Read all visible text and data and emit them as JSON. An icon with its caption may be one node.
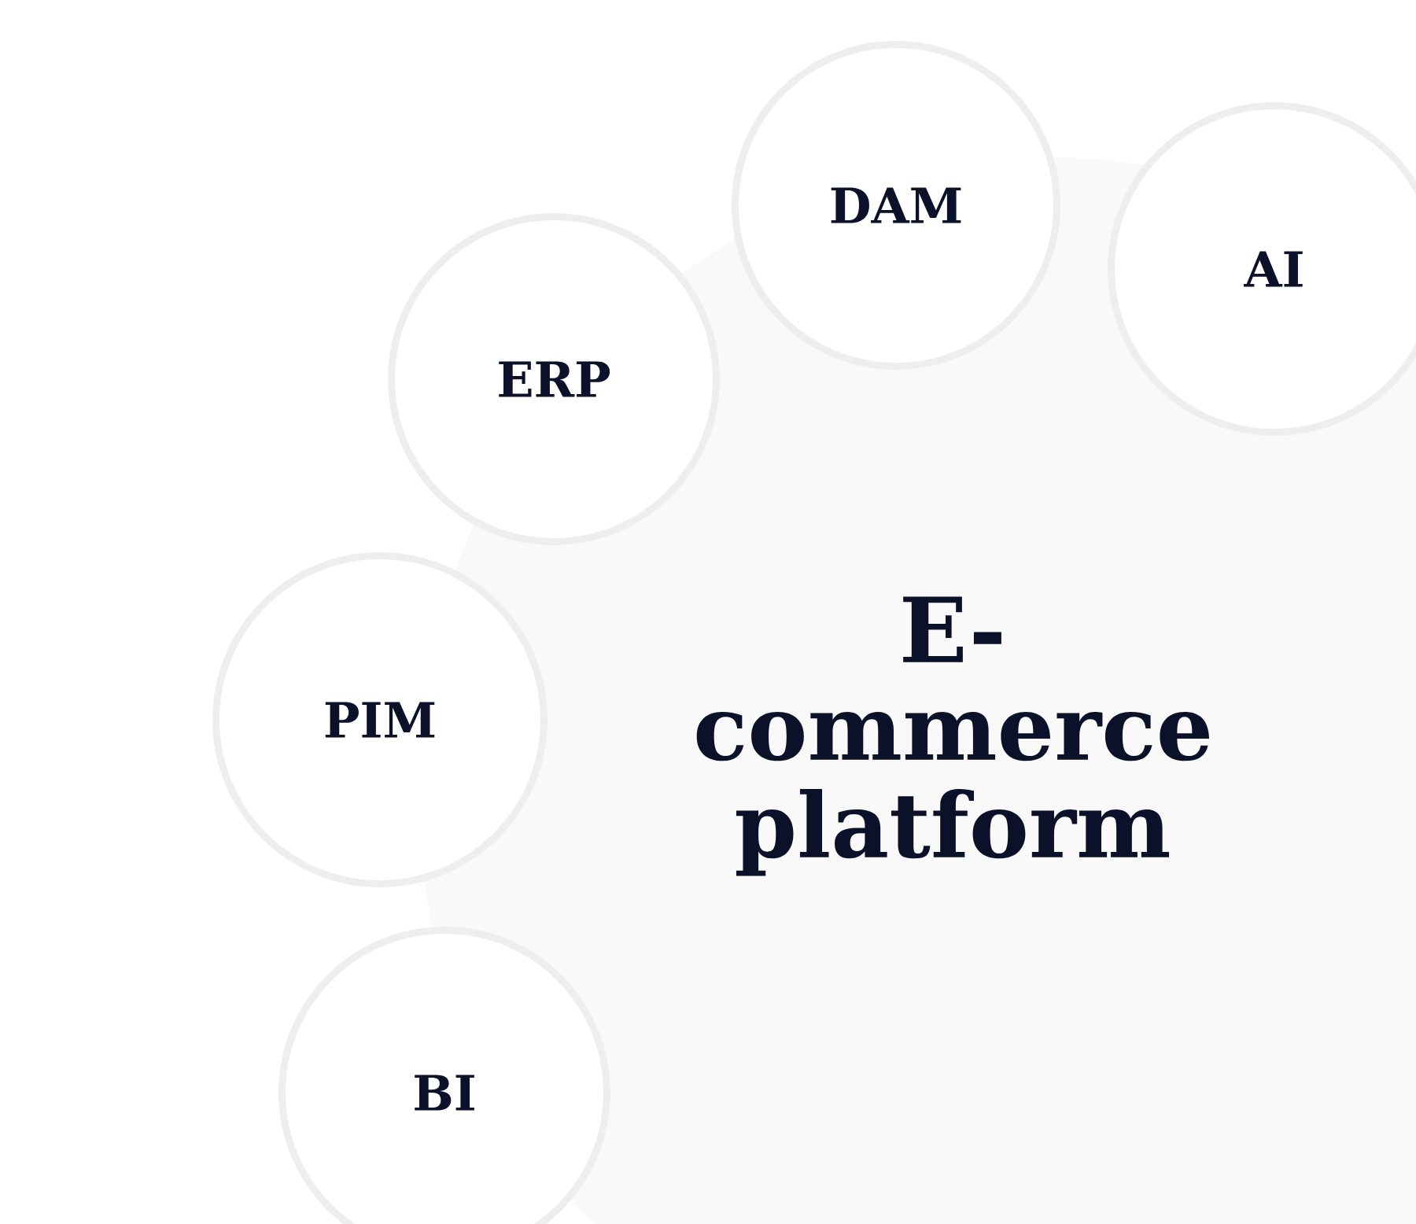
{
  "diagram": {
    "nodes": [
      {
        "text": [
          "E-commerce platform"
        ]
      },
      {
        "text": [
          "DAM"
        ]
      },
      {
        "text": [
          "AI"
        ]
      },
      {
        "text": [
          "ERP"
        ]
      },
      {
        "text": [
          "PIM"
        ]
      },
      {
        "text": [
          "BI"
        ]
      }
    ]
  }
}
